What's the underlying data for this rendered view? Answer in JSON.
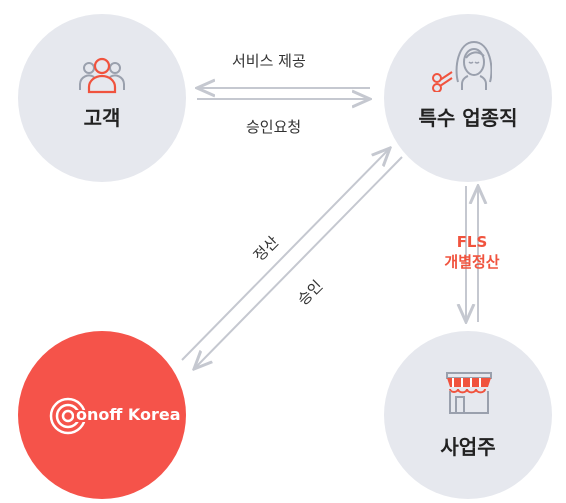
{
  "nodes": {
    "customer": {
      "label": "고객",
      "icon": "people-icon"
    },
    "special_job": {
      "label": "특수 업종직",
      "icon": "woman-scissors-icon"
    },
    "onoff": {
      "brand_text": "onoff Korea",
      "icon": "onoff-korea-logo",
      "color": "#f5534a"
    },
    "business_owner": {
      "label": "사업주",
      "icon": "storefront-icon"
    }
  },
  "edges": {
    "service_provision": "서비스 제공",
    "approval_request": "승인요청",
    "settlement": "정산",
    "approval": "승인",
    "fls_line1": "FLS",
    "fls_line2": "개별정산"
  },
  "colors": {
    "accent": "#f0533e",
    "circle": "#e6e8ee",
    "arrow": "#c5c8d0"
  }
}
